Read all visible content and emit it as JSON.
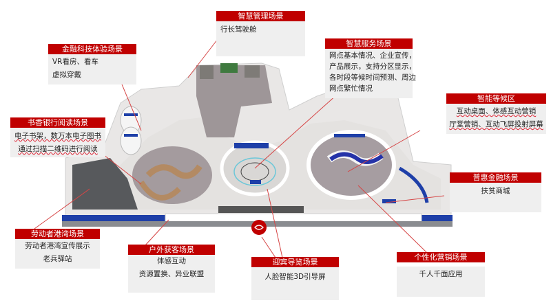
{
  "colors": {
    "accent_red": "#c00000",
    "label_bg": "#efefef",
    "leader_line": "#d64545",
    "floor_marble": "#e6e4e2",
    "floor_carpet": "#a79ea3",
    "wall": "#fafafa",
    "screen_blue": "#1e3fa8"
  },
  "scenes": [
    {
      "id": "smart-management",
      "title": "智慧管理场景",
      "lines": [
        "行长驾驶舱"
      ]
    },
    {
      "id": "fintech-experience",
      "title": "金融科技体验场景",
      "lines": [
        "VR看房、看车",
        "虚拟穿戴"
      ]
    },
    {
      "id": "smart-service",
      "title": "智慧服务场景",
      "lines": [
        "网点基本情况、企业宣传，",
        "产品展示，支持分区显示，",
        "各时段等候时间预测、周边",
        "网点繁忙情况"
      ]
    },
    {
      "id": "bookish-reading",
      "title": "书香银行阅读场景",
      "lines": [
        "电子书架，数万本电子图书",
        "通过扫描二维码进行阅读"
      ]
    },
    {
      "id": "smart-waiting",
      "title": "智能等候区",
      "lines": [
        "互动桌面、体感互动营销",
        "厅堂营销、互动飞屏投射屏幕"
      ]
    },
    {
      "id": "inclusive-finance",
      "title": "普惠金融场景",
      "lines": [
        "扶贫商城"
      ]
    },
    {
      "id": "worker-harbor",
      "title": "劳动者港湾场景",
      "lines": [
        "劳动者港湾宣传展示",
        "老兵驿站"
      ]
    },
    {
      "id": "outdoor-acquisition",
      "title": "户外获客场景",
      "lines": [
        "体感互动",
        "资源置换、异业联盟"
      ]
    },
    {
      "id": "welcome-guide",
      "title": "迎宾导览场景",
      "lines": [
        "人脸智能3D引导屏"
      ]
    },
    {
      "id": "personalized-marketing",
      "title": "个性化营销场景",
      "lines": [
        "千人千面应用"
      ]
    }
  ],
  "icons": {
    "entrance_marker": "robot-greeter-icon"
  }
}
